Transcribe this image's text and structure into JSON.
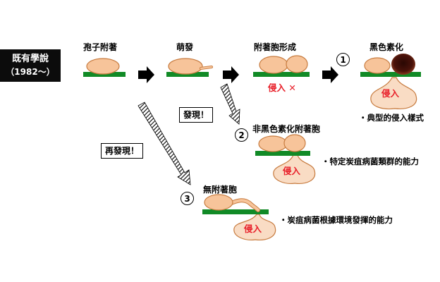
{
  "title": {
    "line1": "既有學說",
    "line2": "（1982～）"
  },
  "stages": {
    "s1": "孢子附著",
    "s2": "萌發",
    "s3": "附著胞形成",
    "s4": "黑色素化"
  },
  "markers": {
    "m1": "1",
    "m2": "2",
    "m3": "3"
  },
  "labels": {
    "invasion": "侵入",
    "invasion_x": "侵入 ✕",
    "discovery": "發現！",
    "rediscovery": "再發現！",
    "nonmel": "非黑色素化附著胞",
    "no_app": "無附著胞"
  },
  "notes": {
    "n1": "・典型的侵入樣式",
    "n2": "・特定炭疽病菌類群的能力",
    "n3": "・炭疽病菌根據環境發揮的能力"
  },
  "colors": {
    "spore": "#f7c49a",
    "spore_edge": "#c77b3f",
    "leaf": "#118a26",
    "invasion_fill": "#f9dcc4",
    "melanin": "#3b0c06",
    "accent_red": "#e8202a"
  }
}
